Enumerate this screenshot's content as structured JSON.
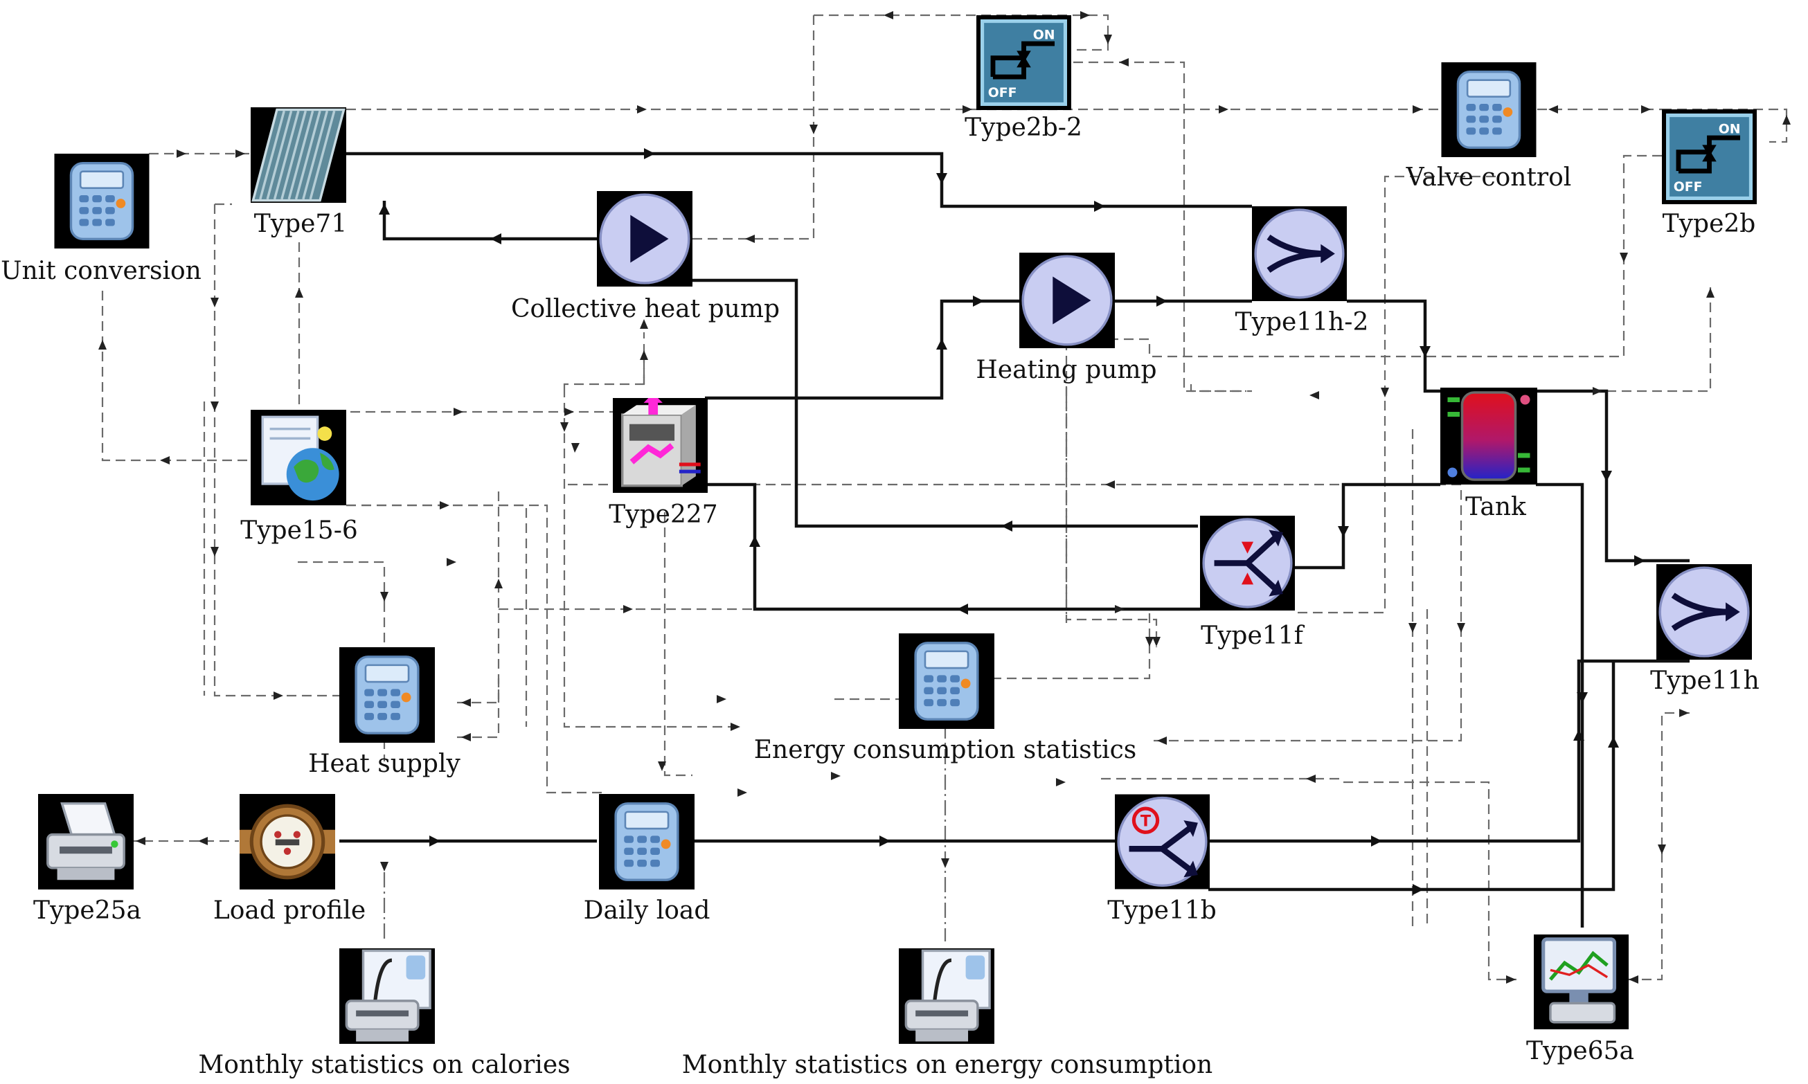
{
  "colors": {
    "tile_background": "#000000",
    "calculator_body": "#9ec3ea",
    "pump_disc": "#c9cdf2",
    "tank_top": "#e0101c",
    "tank_bottom": "#2323c8",
    "control_line": "#6a6a6a",
    "pipe_line": "#111111"
  },
  "components": {
    "type2b_2": {
      "label": "Type2b-2",
      "icon": "on-off-controller-icon"
    },
    "valve_control": {
      "label": "Valve control",
      "icon": "calculator-icon"
    },
    "type2b": {
      "label": "Type2b",
      "icon": "on-off-controller-icon"
    },
    "unit_conversion": {
      "label": "Unit conversion",
      "icon": "calculator-icon"
    },
    "type71": {
      "label": "Type71",
      "icon": "solar-collector-icon"
    },
    "collective_heat_pump": {
      "label": "Collective heat pump",
      "icon": "pump-icon"
    },
    "heating_pump": {
      "label": "Heating pump",
      "icon": "pump-icon"
    },
    "type11h_2": {
      "label": "Type11h-2",
      "icon": "mixer-icon"
    },
    "tank": {
      "label": "Tank",
      "icon": "storage-tank-icon"
    },
    "type15_6": {
      "label": "Type15-6",
      "icon": "weather-data-icon"
    },
    "type227": {
      "label": "Type227",
      "icon": "heat-pump-unit-icon"
    },
    "type11f": {
      "label": "Type11f",
      "icon": "flow-diverter-icon"
    },
    "type11h": {
      "label": "Type11h",
      "icon": "mixer-icon"
    },
    "heat_supply": {
      "label": "Heat supply",
      "icon": "calculator-icon"
    },
    "energy_consumption_statistics": {
      "label": "Energy consumption statistics",
      "icon": "calculator-icon"
    },
    "type25a": {
      "label": "Type25a",
      "icon": "printer-icon"
    },
    "load_profile": {
      "label": "Load profile",
      "icon": "water-meter-icon"
    },
    "daily_load": {
      "label": "Daily load",
      "icon": "calculator-icon"
    },
    "type11b": {
      "label": "Type11b",
      "icon": "tempering-valve-icon"
    },
    "type65a": {
      "label": "Type65a",
      "icon": "online-plotter-icon"
    },
    "monthly_statistics_calories": {
      "label": "Monthly statistics on calories",
      "icon": "integrator-printer-icon"
    },
    "monthly_statistics_energy": {
      "label": "Monthly statistics on energy consumption",
      "icon": "integrator-printer-icon"
    }
  }
}
